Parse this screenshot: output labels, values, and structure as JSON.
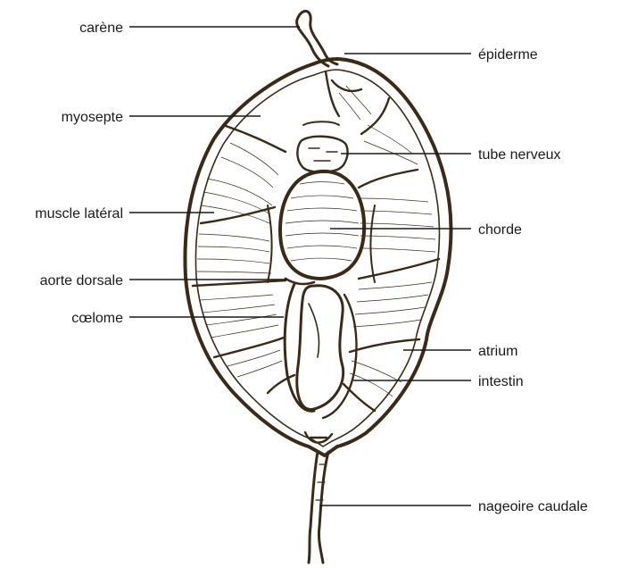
{
  "diagram": {
    "labels": {
      "carene": "carène",
      "epiderme": "épiderme",
      "myosepte": "myosepte",
      "tube_nerveux": "tube nerveux",
      "muscle_lateral": "muscle latéral",
      "chorde": "chorde",
      "aorte_dorsale": "aorte dorsale",
      "coelome": "cœlome",
      "atrium": "atrium",
      "intestin": "intestin",
      "nageoire_caudale": "nageoire caudale"
    },
    "colors": {
      "ink": "#3a2a16",
      "label_text": "#1a1a1a",
      "background": "#ffffff"
    }
  }
}
